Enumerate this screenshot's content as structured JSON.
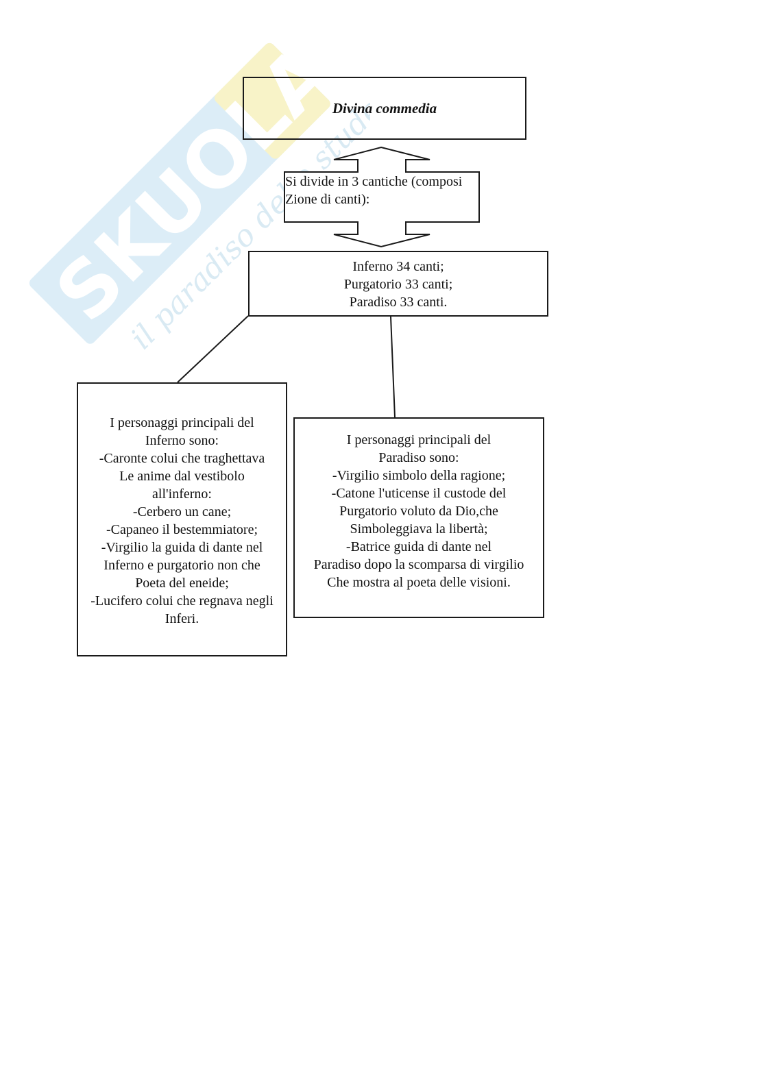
{
  "watermark": {
    "brand": "SKUOLA.net",
    "tagline": "il paradiso dello studente"
  },
  "title": "Divina commedia",
  "connector_label": [
    "Si divide in 3 cantiche",
    "(composi",
    "Zione di canti):"
  ],
  "cantiche": [
    "Inferno 34 canti;",
    "Purgatorio 33 canti;",
    "Paradiso 33 canti."
  ],
  "inferno_box": [
    "I personaggi principali del",
    "Inferno sono:",
    "-Caronte colui che traghettava",
    "Le anime dal vestibolo",
    "all'inferno:",
    "-Cerbero un cane;",
    "-Capaneo il bestemmiatore;",
    "-Virgilio la guida di dante nel",
    "Inferno e purgatorio non che",
    "Poeta del eneide;",
    "-Lucifero colui che regnava negli",
    "Inferi."
  ],
  "paradiso_box": [
    "I personaggi principali del",
    "Paradiso sono:",
    "-Virgilio simbolo della ragione;",
    "-Catone l'uticense il custode del",
    "Purgatorio voluto da Dio,che",
    "Simboleggiava la libertà;",
    "-Batrice guida di dante nel",
    "Paradiso dopo la scomparsa di virgilio",
    "Che mostra al poeta delle visioni."
  ],
  "colors": {
    "stroke": "#1a1a1a",
    "watermark_blue": "#c9e4f3",
    "watermark_yellow": "#f6f0b0"
  }
}
